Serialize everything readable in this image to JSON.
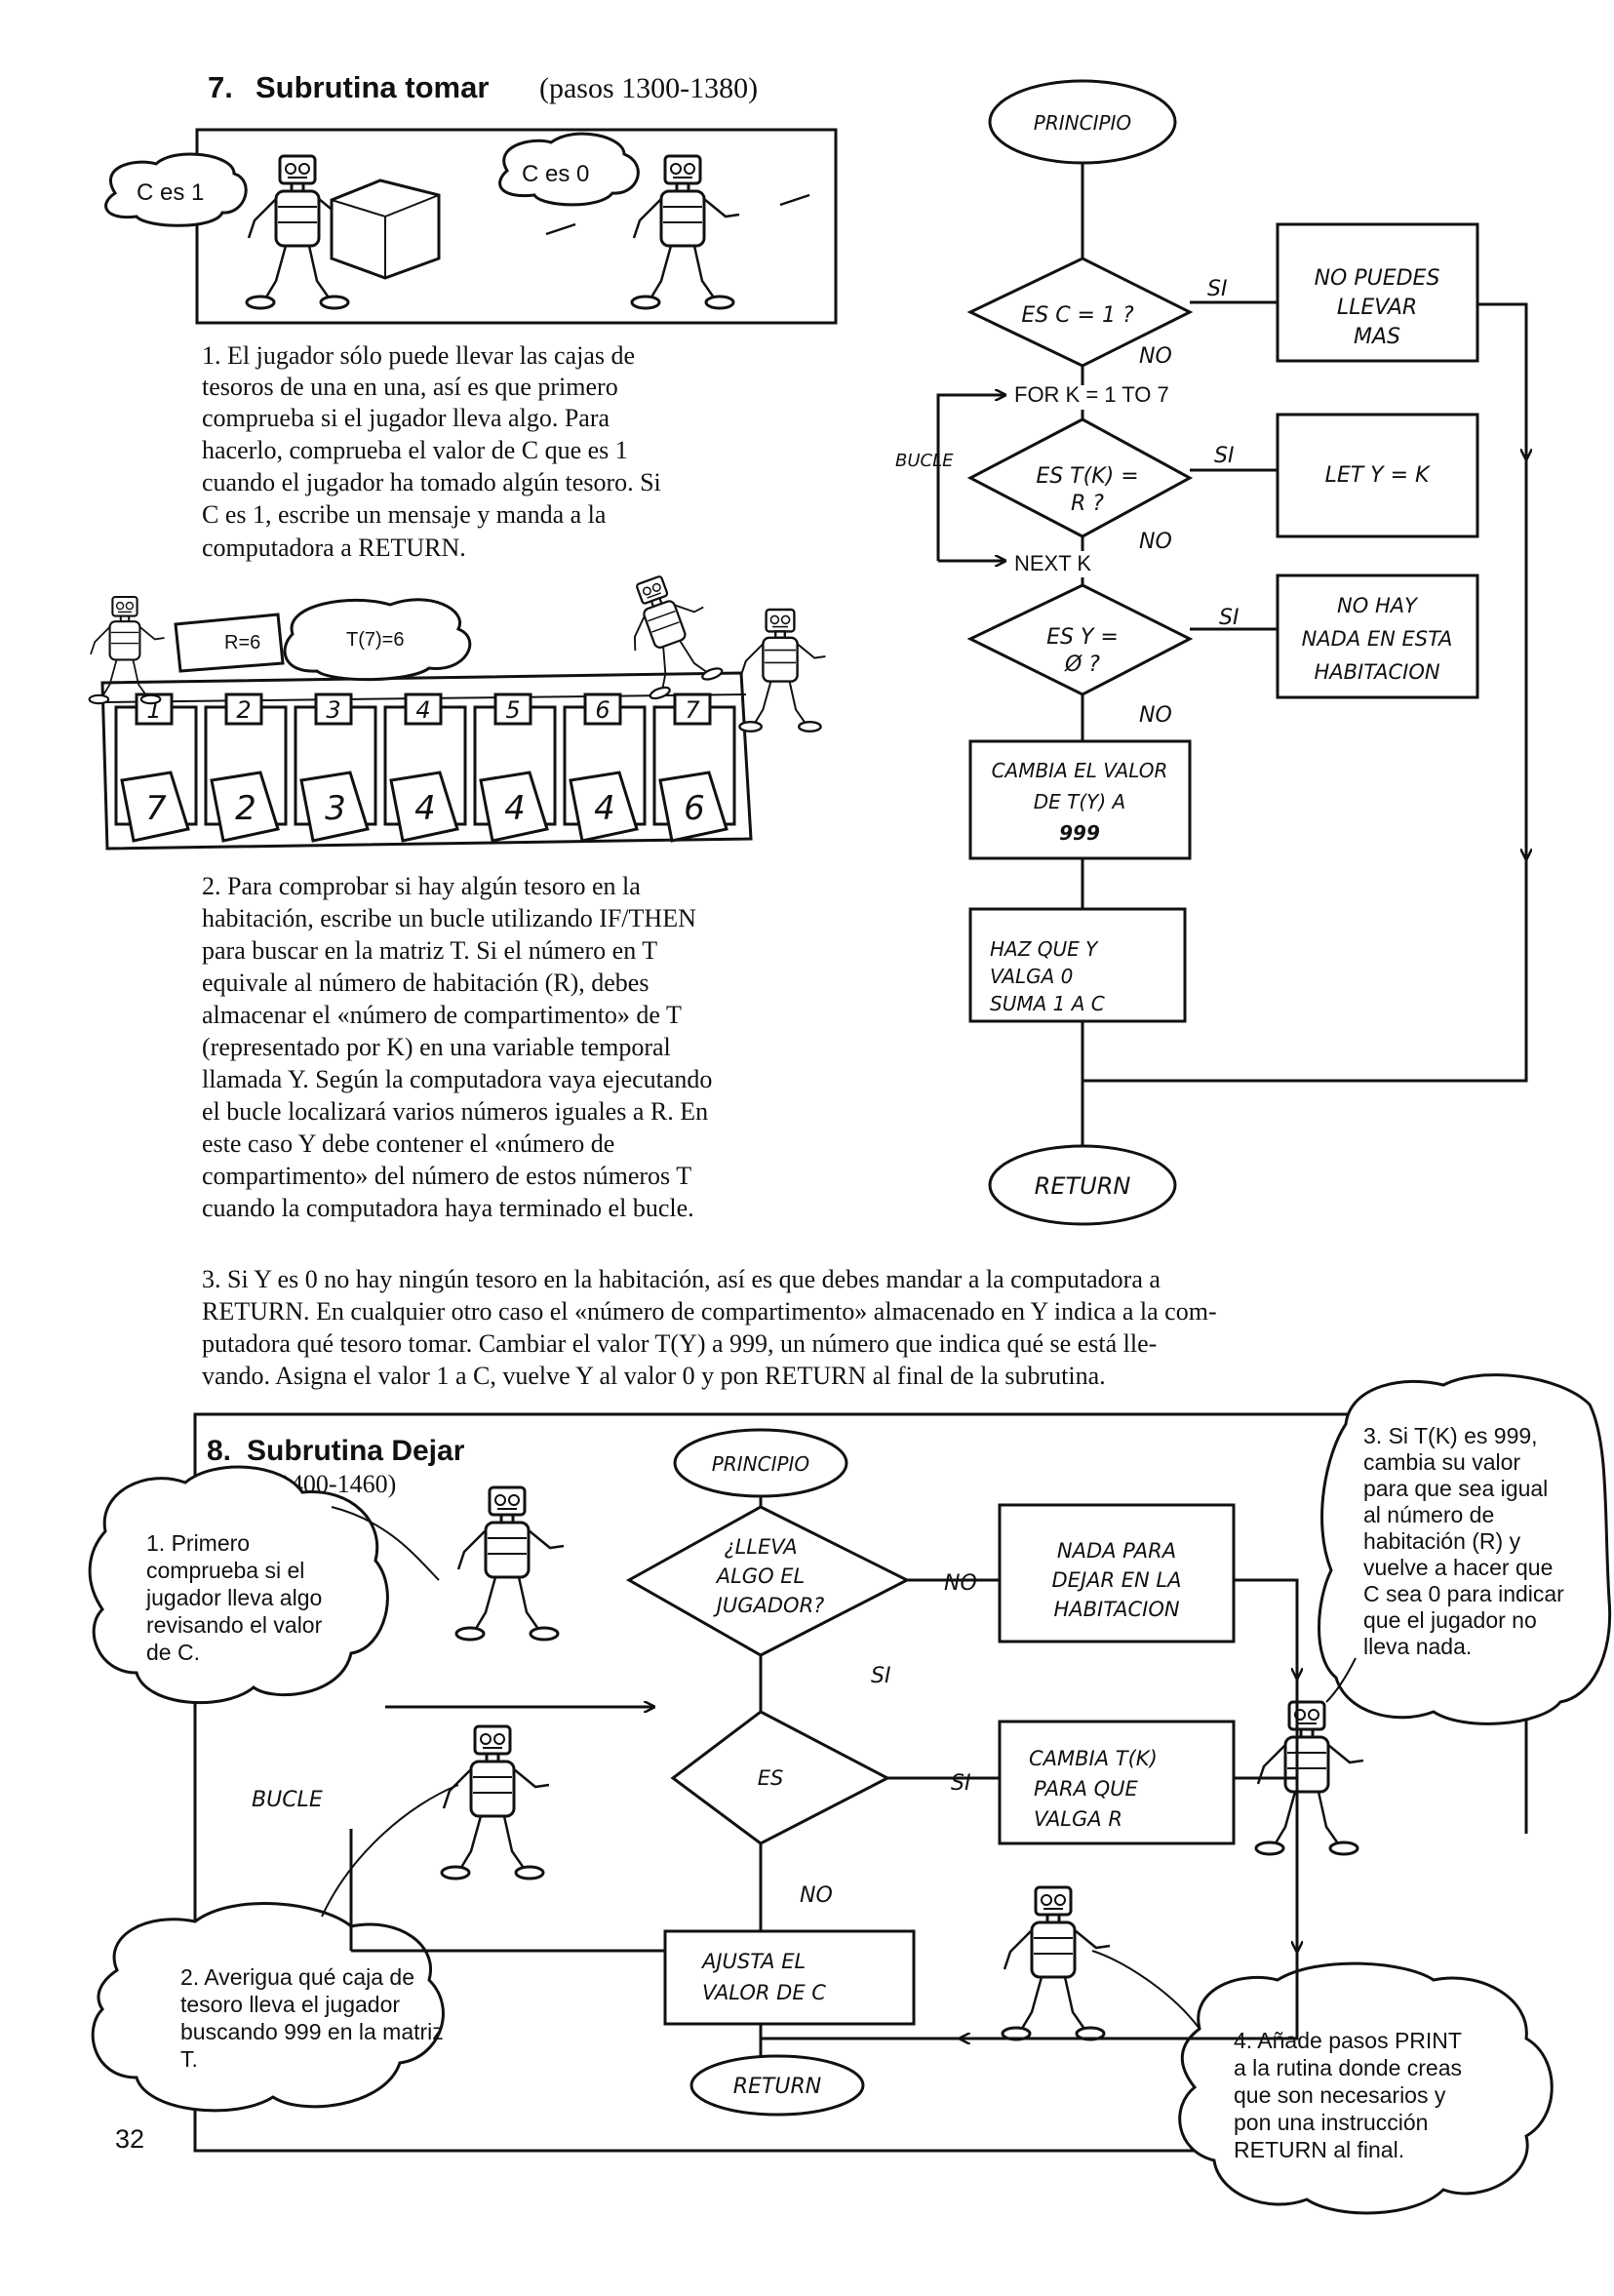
{
  "section7": {
    "number": "7.",
    "title": "Subrutina tomar",
    "subtitle": "(pasos 1300-1380)",
    "bubble_left": "C es 1",
    "bubble_right": "C es 0",
    "p1": [
      "1. El jugador sólo puede llevar las cajas de",
      "tesoros de una en una, así es que primero",
      "comprueba si el jugador lleva algo. Para",
      "hacerlo, comprueba el valor de C que es 1",
      "cuando el jugador ha tomado algún tesoro. Si",
      "C es 1, escribe un mensaje y manda a la",
      "computadora a RETURN."
    ],
    "shelf_bubble_1": "R=6",
    "shelf_bubble_2": "T(7)=6",
    "shelf_labels": [
      "1",
      "2",
      "3",
      "4",
      "5",
      "6",
      "7"
    ],
    "shelf_values": [
      "7",
      "2",
      "3",
      "4",
      "4",
      "4",
      "6"
    ],
    "p2": [
      "2. Para comprobar si hay algún tesoro en la",
      "habitación, escribe un bucle utilizando IF/THEN",
      "para buscar en la matriz T. Si el número en T",
      "equivale al número de habitación (R), debes",
      "almacenar el «número de compartimento» de T",
      "(representado por K) en una variable temporal",
      "llamada Y. Según la computadora vaya ejecutando",
      "el bucle localizará varios números iguales a R. En",
      "este caso Y debe contener el «número de",
      "compartimento» del número de estos números T",
      "cuando la computadora haya terminado el bucle."
    ],
    "p3": [
      "3. Si Y es 0 no hay ningún tesoro en la habitación, así es que debes mandar a la computadora a",
      "RETURN. En cualquier otro caso el «número de compartimento» almacenado en Y indica a la com-",
      "putadora qué tesoro tomar. Cambiar el valor T(Y) a 999, un número que indica qué se está lle-",
      "vando. Asigna el valor 1 a C, vuelve Y al valor 0 y pon RETURN al final de la subrutina."
    ]
  },
  "flow7": {
    "start": "PRINCIPIO",
    "dec1": "ES C = 1 ?",
    "dec1_yes": "SI",
    "dec1_no": "NO",
    "box1": [
      "NO PUEDES",
      "LLEVAR",
      "MAS"
    ],
    "for": "FOR K = 1 TO 7",
    "loop": "BUCLE",
    "dec2": [
      "ES T(K) =",
      "R ?"
    ],
    "dec2_yes": "SI",
    "dec2_no": "NO",
    "box2": "LET Y = K",
    "next": "NEXT K",
    "dec3": [
      "ES Y =",
      "Ø ?"
    ],
    "dec3_yes": "SI",
    "dec3_no": "NO",
    "box3": [
      "NO HAY",
      "NADA EN ESTA",
      "HABITACION"
    ],
    "box4": [
      "CAMBIA EL VALOR",
      "DE T(Y) A",
      "999"
    ],
    "box5": [
      "HAZ QUE Y",
      "VALGA 0",
      "SUMA 1 A C"
    ],
    "end": "RETURN"
  },
  "section8": {
    "number": "8.",
    "title": "Subrutina Dejar",
    "subtitle": "(pasos 1400-1460)",
    "note1": [
      "1. Primero",
      "comprueba si el",
      "jugador lleva algo",
      "revisando el valor",
      "de C."
    ],
    "note2": [
      "2. Averigua qué caja de",
      "tesoro lleva el jugador",
      "buscando 999 en la matriz",
      "T."
    ],
    "note3": [
      "3. Si T(K) es 999,",
      "cambia su valor",
      "para que sea igual",
      "al número de",
      "habitación (R) y",
      "vuelve a hacer que",
      "C sea 0 para indicar",
      "que el jugador no",
      "lleva nada."
    ],
    "note4": [
      "4. Añade pasos PRINT",
      "a la rutina donde creas",
      "que son necesarios y",
      "pon una instrucción",
      "RETURN al final."
    ]
  },
  "flow8": {
    "start": "PRINCIPIO",
    "dec1": [
      "¿LLEVA",
      "ALGO EL",
      "JUGADOR?"
    ],
    "dec1_no": "NO",
    "dec1_yes": "SI",
    "box1": [
      "NADA PARA",
      "DEJAR EN LA",
      "HABITACION"
    ],
    "loop": "BUCLE",
    "dec2": "ES",
    "dec2_yes": "SI",
    "dec2_no": "NO",
    "box2": [
      "CAMBIA T(K)",
      "PARA QUE",
      "VALGA R"
    ],
    "box3": [
      "AJUSTA EL",
      "VALOR DE C"
    ],
    "end": "RETURN"
  },
  "page_number": "32"
}
